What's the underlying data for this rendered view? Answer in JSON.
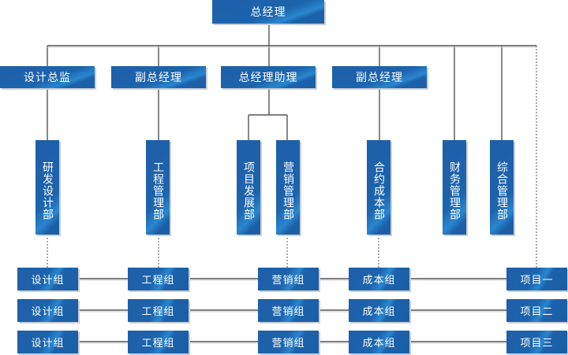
{
  "title": "总经理",
  "level2": [
    {
      "label": "设计总监"
    },
    {
      "label": "副总经理"
    },
    {
      "label": "总经理助理"
    },
    {
      "label": "副总经理"
    }
  ],
  "departments": [
    {
      "label": "研发设计部"
    },
    {
      "label": "工程管理部"
    },
    {
      "label": "项目发展部"
    },
    {
      "label": "营销管理部"
    },
    {
      "label": "合约成本部"
    },
    {
      "label": "财务管理部"
    },
    {
      "label": "综合管理部"
    }
  ],
  "rows": [
    {
      "groups": [
        "设计组",
        "工程组",
        "营销组",
        "成本组"
      ],
      "project": "项目一"
    },
    {
      "groups": [
        "设计组",
        "工程组",
        "营销组",
        "成本组"
      ],
      "project": "项目二"
    },
    {
      "groups": [
        "设计组",
        "工程组",
        "营销组",
        "成本组"
      ],
      "project": "项目三"
    }
  ],
  "colors": {
    "box": "#1c64ad",
    "line": "#555555",
    "shadow": "#c9ced6"
  }
}
